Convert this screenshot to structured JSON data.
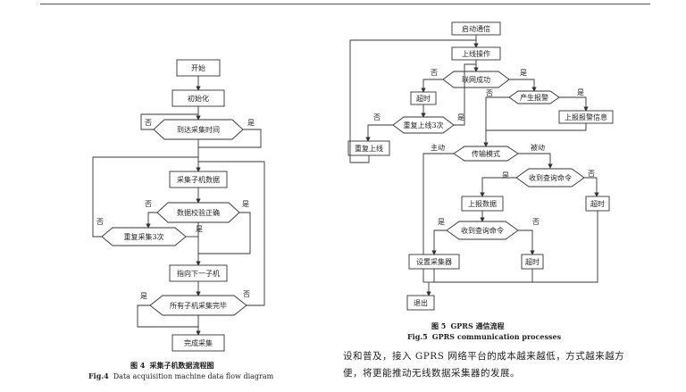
{
  "fig4": {
    "nodes": {
      "start": "开始",
      "init": "初始化",
      "reach_time": "到达采集时间",
      "collect": "采集子机数据",
      "verify": "数据校验正确",
      "retry": "重复采集3次",
      "next": "指向下一子机",
      "all_done": "所有子机采集完毕",
      "finish": "完成采集"
    },
    "labels": {
      "no_a": "否",
      "yes_a": "是",
      "no_b": "否",
      "yes_b": "是",
      "no_c": "否",
      "yes_c": "是",
      "yes_d": "是",
      "no_d": "否"
    },
    "caption_cn_num": "图 4",
    "caption_cn": "采集子机数据流程图",
    "caption_en_num": "Fig.4",
    "caption_en": "Data acquisition machine data flow diagram"
  },
  "fig5": {
    "nodes": {
      "start_comm": "启动通信",
      "online_op": "上线操作",
      "net_ok": "联网成功",
      "timeout1": "超时",
      "gen_alarm": "产生报警",
      "report_alarm": "上报报警信息",
      "retry_online": "重复上线3次",
      "repeat_online": "重复上线",
      "trans_mode": "传输模式",
      "recv_query1": "收到查询命令",
      "timeout2": "超时",
      "report_data": "上报数据",
      "recv_query2": "收到查询命令",
      "set_collector": "设置采集器",
      "timeout3": "超时",
      "exit": "退出"
    },
    "labels": {
      "no_net": "否",
      "yes_net": "是",
      "no_alarm": "否",
      "yes_alarm": "是",
      "no_retry": "否",
      "yes_retry": "是",
      "active": "主动",
      "passive": "被动",
      "yes_q1": "是",
      "no_q1": "否",
      "yes_q2": "是",
      "no_q2": "否"
    },
    "caption_cn_num": "图 5",
    "caption_cn": "GPRS 通信流程",
    "caption_en_num": "Fig.5",
    "caption_en": "GPRS communication processes"
  },
  "paragraph": "设和普及，接入 GPRS 网络平台的成本越来越低，方式越来越方便，将更能推动无线数据采集器的发展。"
}
